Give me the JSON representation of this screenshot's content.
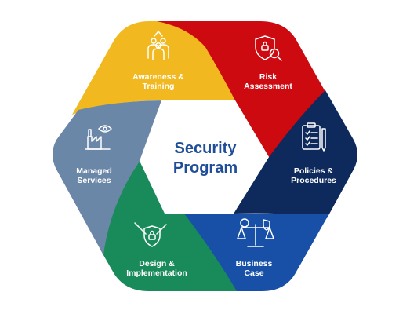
{
  "center": {
    "line1": "Security",
    "line2": "Program",
    "color": "#1f4e99"
  },
  "segments": [
    {
      "id": "awareness",
      "color": "#f2b81f",
      "icon": "people-icon",
      "lines": [
        "Awareness &",
        "Training"
      ]
    },
    {
      "id": "risk",
      "color": "#cc0a10",
      "icon": "shield-magnifier-icon",
      "lines": [
        "Risk",
        "Assessment"
      ]
    },
    {
      "id": "policies",
      "color": "#0e2a5c",
      "icon": "clipboard-checklist-icon",
      "lines": [
        "Policies &",
        "Procedures"
      ]
    },
    {
      "id": "business",
      "color": "#1750a6",
      "icon": "balance-scale-icon",
      "lines": [
        "Business",
        "Case"
      ]
    },
    {
      "id": "design",
      "color": "#198a5a",
      "icon": "pen-shield-lock-icon",
      "lines": [
        "Design &",
        "Implementation"
      ]
    },
    {
      "id": "managed",
      "color": "#6b87a8",
      "icon": "factory-eye-icon",
      "lines": [
        "Managed",
        "Services"
      ]
    }
  ]
}
